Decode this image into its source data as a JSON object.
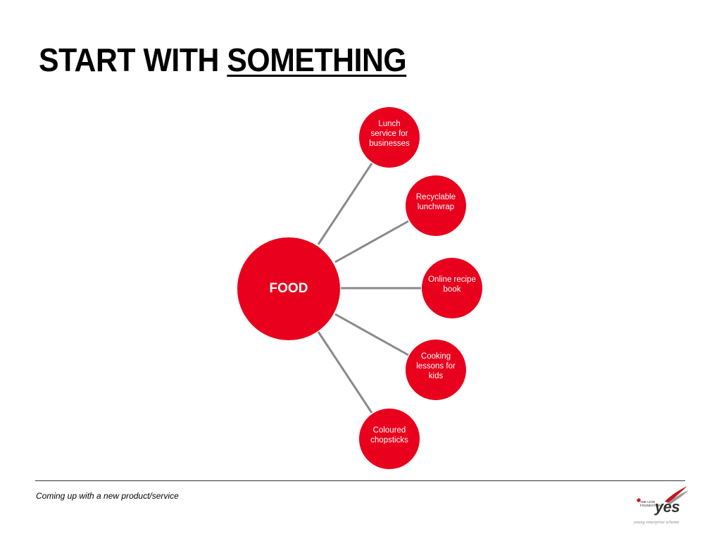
{
  "title": {
    "prefix": "START WITH ",
    "emphasis": "SOMETHING"
  },
  "diagram": {
    "hub": {
      "label": "FOOD"
    },
    "branches": [
      {
        "label": "Lunch service for businesses"
      },
      {
        "label": "Recyclable lunchwrap"
      },
      {
        "label": "Online recipe book"
      },
      {
        "label": "Cooking lessons for kids"
      },
      {
        "label": "Coloured chopsticks"
      }
    ]
  },
  "footer": {
    "caption": "Coming up with a new product/service"
  },
  "logo": {
    "org": "THE LION FOUNDATION",
    "wordmark": "yes",
    "tagline": "young enterprise scheme"
  },
  "colors": {
    "node_fill": "#e8001c",
    "connector": "#8a8a8a"
  }
}
